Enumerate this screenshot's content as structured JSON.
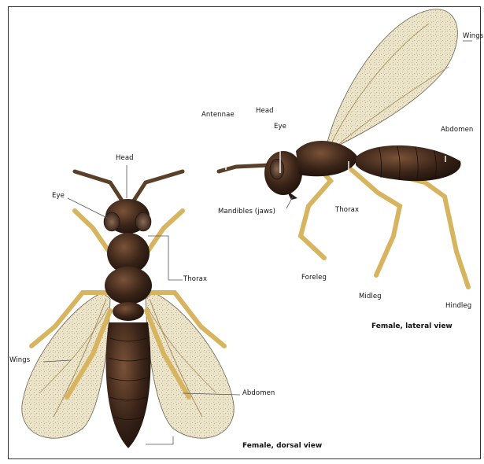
{
  "dorsal": {
    "labels": {
      "head": "Head",
      "eye": "Eye",
      "thorax": "Thorax",
      "wings": "Wings",
      "abdomen": "Abdomen"
    },
    "caption": "Female, dorsal view"
  },
  "lateral": {
    "labels": {
      "antennae": "Antennae",
      "head": "Head",
      "eye": "Eye",
      "wings": "Wings",
      "abdomen": "Abdomen",
      "mandibles": "Mandibles (jaws)",
      "thorax": "Thorax",
      "foreleg": "Foreleg",
      "midleg": "Midleg",
      "hindleg": "Hindleg"
    },
    "caption": "Female, lateral view"
  },
  "colors": {
    "body": "#3a2418",
    "body_highlight": "#7a5238",
    "legs": "#d7b560",
    "wing": "#ece4c8",
    "leader_lines": "#555555"
  }
}
